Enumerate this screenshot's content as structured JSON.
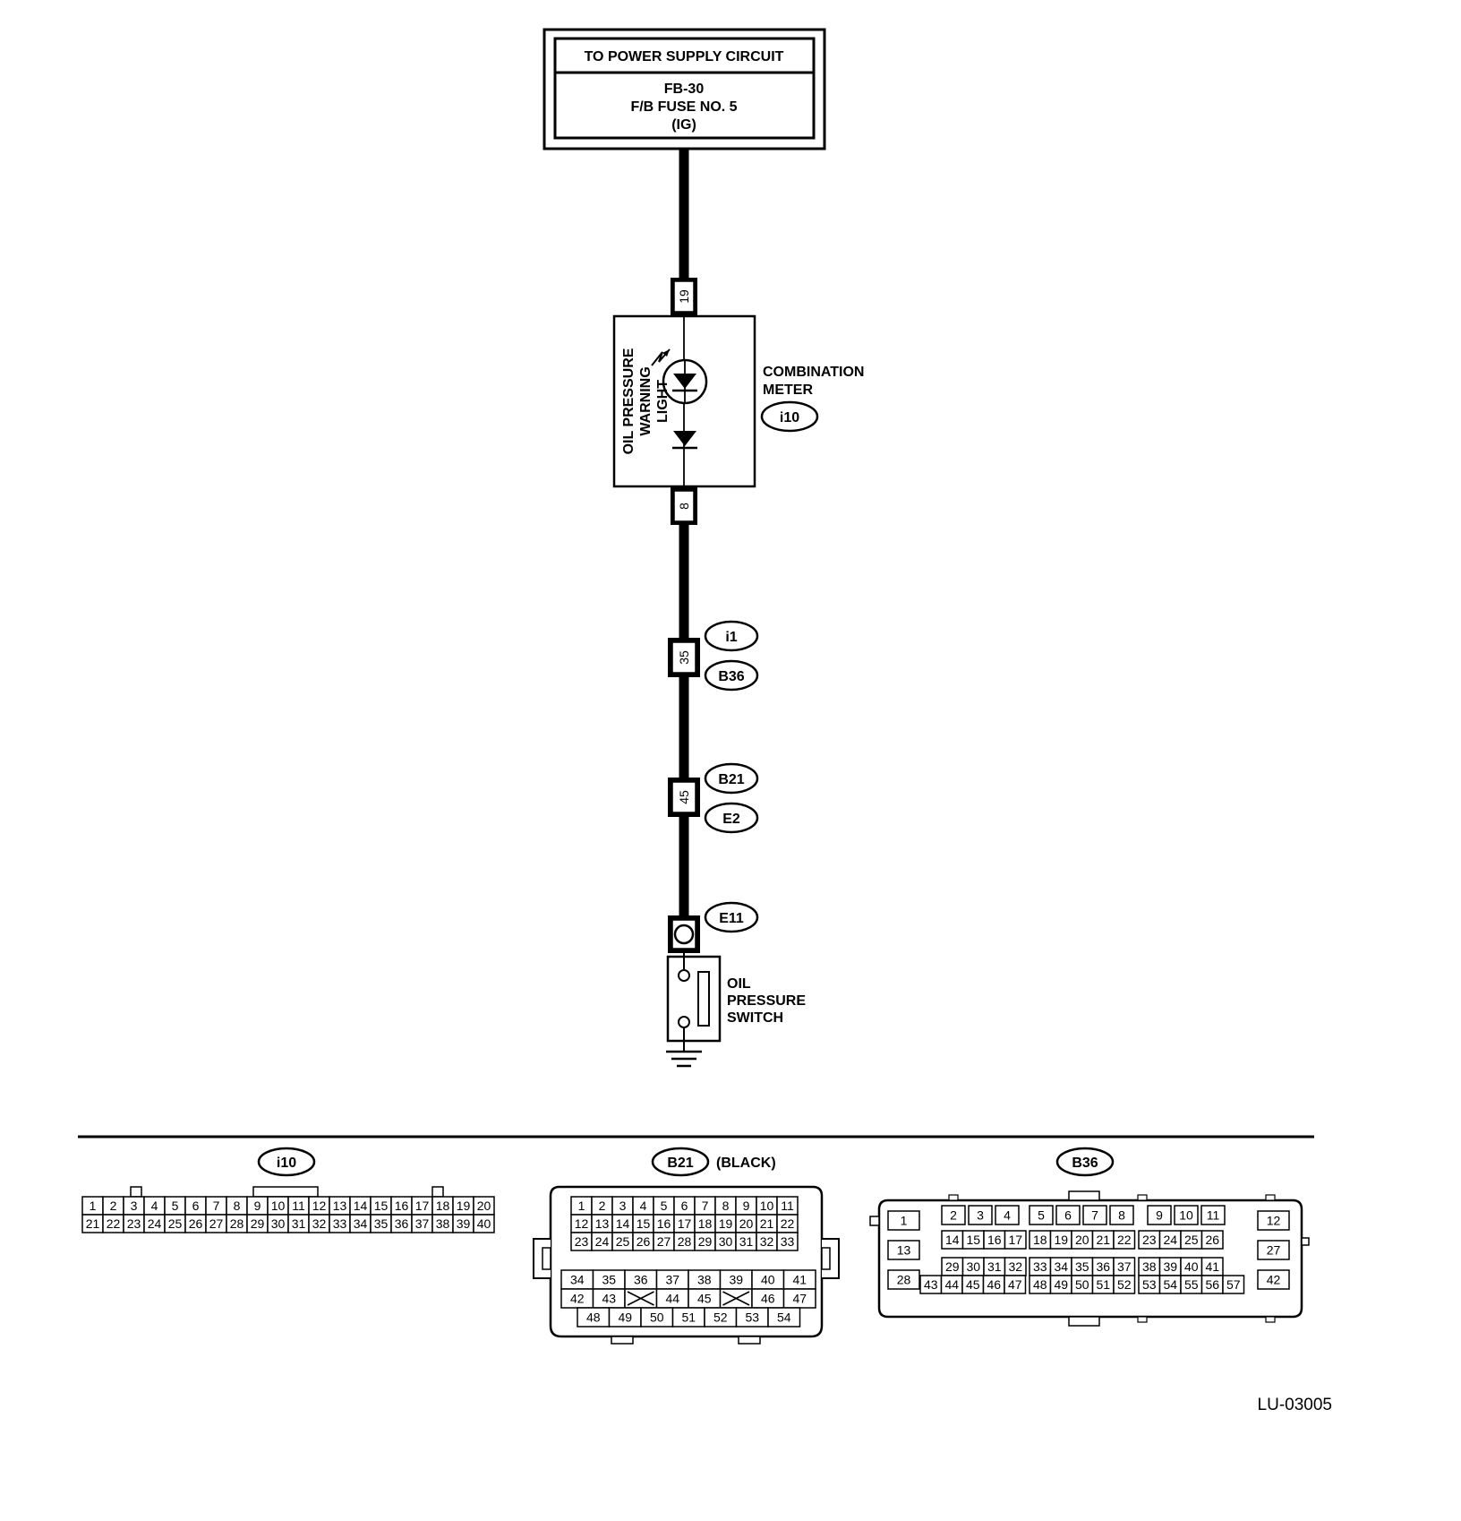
{
  "power_box": {
    "title": "TO POWER SUPPLY CIRCUIT",
    "line1": "FB-30",
    "line2": "F/B FUSE NO. 5",
    "line3": "(IG)"
  },
  "meter": {
    "pin_top": "19",
    "pin_bottom": "8",
    "light_label": [
      "OIL PRESSURE",
      "WARNING",
      "LIGHT"
    ],
    "name_lines": [
      "COMBINATION",
      "METER"
    ],
    "connector": "i10"
  },
  "joint1": {
    "pin": "35",
    "upper": "i1",
    "lower": "B36"
  },
  "joint2": {
    "pin": "45",
    "upper": "B21",
    "lower": "E2"
  },
  "switch": {
    "connector": "E11",
    "label_lines": [
      "OIL",
      "PRESSURE",
      "SWITCH"
    ]
  },
  "connector_views": {
    "i10": {
      "name": "i10",
      "row1": [
        "1",
        "2",
        "3",
        "4",
        "5",
        "6",
        "7",
        "8",
        "9",
        "10",
        "11",
        "12",
        "13",
        "14",
        "15",
        "16",
        "17",
        "18",
        "19",
        "20"
      ],
      "row2": [
        "21",
        "22",
        "23",
        "24",
        "25",
        "26",
        "27",
        "28",
        "29",
        "30",
        "31",
        "32",
        "33",
        "34",
        "35",
        "36",
        "37",
        "38",
        "39",
        "40"
      ]
    },
    "b21": {
      "name": "B21",
      "note": "(BLACK)",
      "row1": [
        "1",
        "2",
        "3",
        "4",
        "5",
        "6",
        "7",
        "8",
        "9",
        "10",
        "11"
      ],
      "row2": [
        "12",
        "13",
        "14",
        "15",
        "16",
        "17",
        "18",
        "19",
        "20",
        "21",
        "22"
      ],
      "row3": [
        "23",
        "24",
        "25",
        "26",
        "27",
        "28",
        "29",
        "30",
        "31",
        "32",
        "33"
      ],
      "row4": [
        "34",
        "35",
        "36",
        "37",
        "38",
        "39",
        "40",
        "41"
      ],
      "row5": [
        "42",
        "43",
        "",
        "44",
        "45",
        "",
        "46",
        "47"
      ],
      "row6": [
        "48",
        "49",
        "50",
        "51",
        "52",
        "53",
        "54"
      ]
    },
    "b36": {
      "name": "B36",
      "left": [
        "1",
        "13",
        "28"
      ],
      "right": [
        "12",
        "27",
        "42"
      ],
      "row1": [
        [
          "2",
          "3",
          "4"
        ],
        [
          "5",
          "6",
          "7",
          "8"
        ],
        [
          "9",
          "10",
          "11"
        ]
      ],
      "row2": [
        [
          "14",
          "15",
          "16",
          "17"
        ],
        [
          "18",
          "19",
          "20",
          "21",
          "22"
        ],
        [
          "23",
          "24",
          "25",
          "26"
        ]
      ],
      "row3": [
        [
          "29",
          "30",
          "31",
          "32"
        ],
        [
          "33",
          "34",
          "35",
          "36",
          "37"
        ],
        [
          "38",
          "39",
          "40",
          "41"
        ]
      ],
      "row4": [
        [
          "43",
          "44",
          "45",
          "46",
          "47"
        ],
        [
          "48",
          "49",
          "50",
          "51",
          "52"
        ],
        [
          "53",
          "54",
          "55",
          "56",
          "57"
        ]
      ]
    }
  },
  "figure_id": "LU-03005"
}
